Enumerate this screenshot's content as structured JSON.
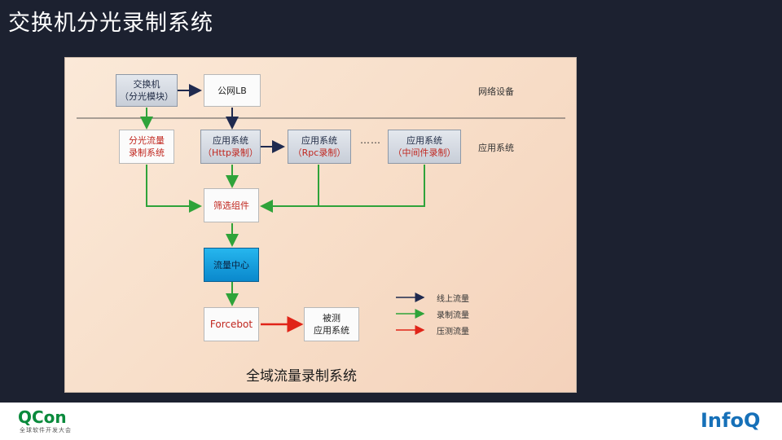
{
  "slide": {
    "title": "交换机分光录制系统"
  },
  "diagram": {
    "caption": "全域流量录制系统",
    "layers": {
      "network": "网络设备",
      "application": "应用系统"
    },
    "nodes": {
      "switch": {
        "line1": "交换机",
        "line2": "（分光模块）"
      },
      "public_lb": {
        "line1": "公网LB"
      },
      "optical_capture": {
        "line1": "分光流量",
        "line2": "录制系统"
      },
      "app_http": {
        "line1": "应用系统",
        "line2": "（Http录制）"
      },
      "app_rpc": {
        "line1": "应用系统",
        "line2": "（Rpc录制）"
      },
      "app_middleware": {
        "line1": "应用系统",
        "line2": "（中间件录制）"
      },
      "filter": {
        "line1": "筛选组件"
      },
      "traffic_center": {
        "line1": "流量中心"
      },
      "forcebot": {
        "line1": "Forcebot"
      },
      "tested_system": {
        "line1": "被测",
        "line2": "应用系统"
      }
    },
    "ellipsis": "……",
    "legend": [
      {
        "label": "线上流量",
        "color": "#1f2a4f"
      },
      {
        "label": "录制流量",
        "color": "#2fa33a"
      },
      {
        "label": "压测流量",
        "color": "#e02418"
      }
    ]
  },
  "footer": {
    "left_logo": "QCon",
    "left_logo_sub": "全球软件开发大会",
    "right_logo": "InfoQ"
  }
}
